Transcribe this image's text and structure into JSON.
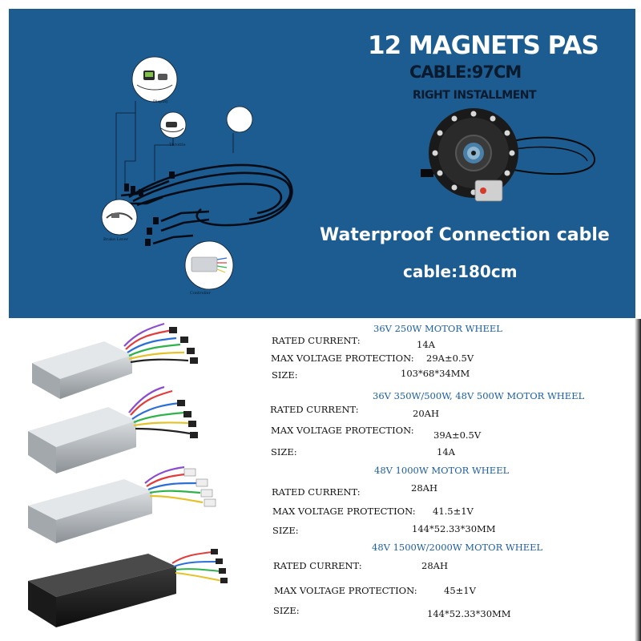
{
  "banner": {
    "pas_title": "12 MAGNETS PAS",
    "pas_cable": "CABLE:97CM",
    "pas_install": "RIGHT INSTALLMENT",
    "caption": "Waterproof Connection cable",
    "cable_length": "cable:180cm",
    "node_labels": [
      "Display",
      "Throttle",
      "Brake Lever",
      "Controller"
    ]
  },
  "specs": [
    {
      "heading": "36V 250W MOTOR WHEEL",
      "rated_current_label": "RATED CURRENT:",
      "rated_current": "14A",
      "max_voltage_label": "MAX VOLTAGE PROTECTION:",
      "max_voltage": "29A±0.5V",
      "size_label": "SIZE:",
      "size": "103*68*34MM"
    },
    {
      "heading": "36V 350W/500W, 48V 500W MOTOR WHEEL",
      "rated_current_label": "RATED CURRENT:",
      "rated_current": "20AH",
      "max_voltage_label": "MAX VOLTAGE PROTECTION:",
      "max_voltage": "39A±0.5V",
      "size_label": "SIZE:",
      "size": "14A"
    },
    {
      "heading": "48V 1000W MOTOR WHEEL",
      "rated_current_label": "RATED CURRENT:",
      "rated_current": "28AH",
      "max_voltage_label": "MAX VOLTAGE PROTECTION:",
      "max_voltage": "41.5±1V",
      "size_label": "SIZE:",
      "size": "144*52.33*30MM"
    },
    {
      "heading": "48V 1500W/2000W MOTOR WHEEL",
      "rated_current_label": "RATED CURRENT:",
      "rated_current": "28AH",
      "max_voltage_label": "MAX VOLTAGE PROTECTION:",
      "max_voltage": "45±1V",
      "size_label": "SIZE:",
      "size": "144*52.33*30MM"
    }
  ],
  "colors": {
    "banner_bg": "#1d5c91",
    "heading_blue": "#1e5fa0",
    "controller_silver": "#b8bcc0",
    "controller_black": "#1c1c1c"
  }
}
